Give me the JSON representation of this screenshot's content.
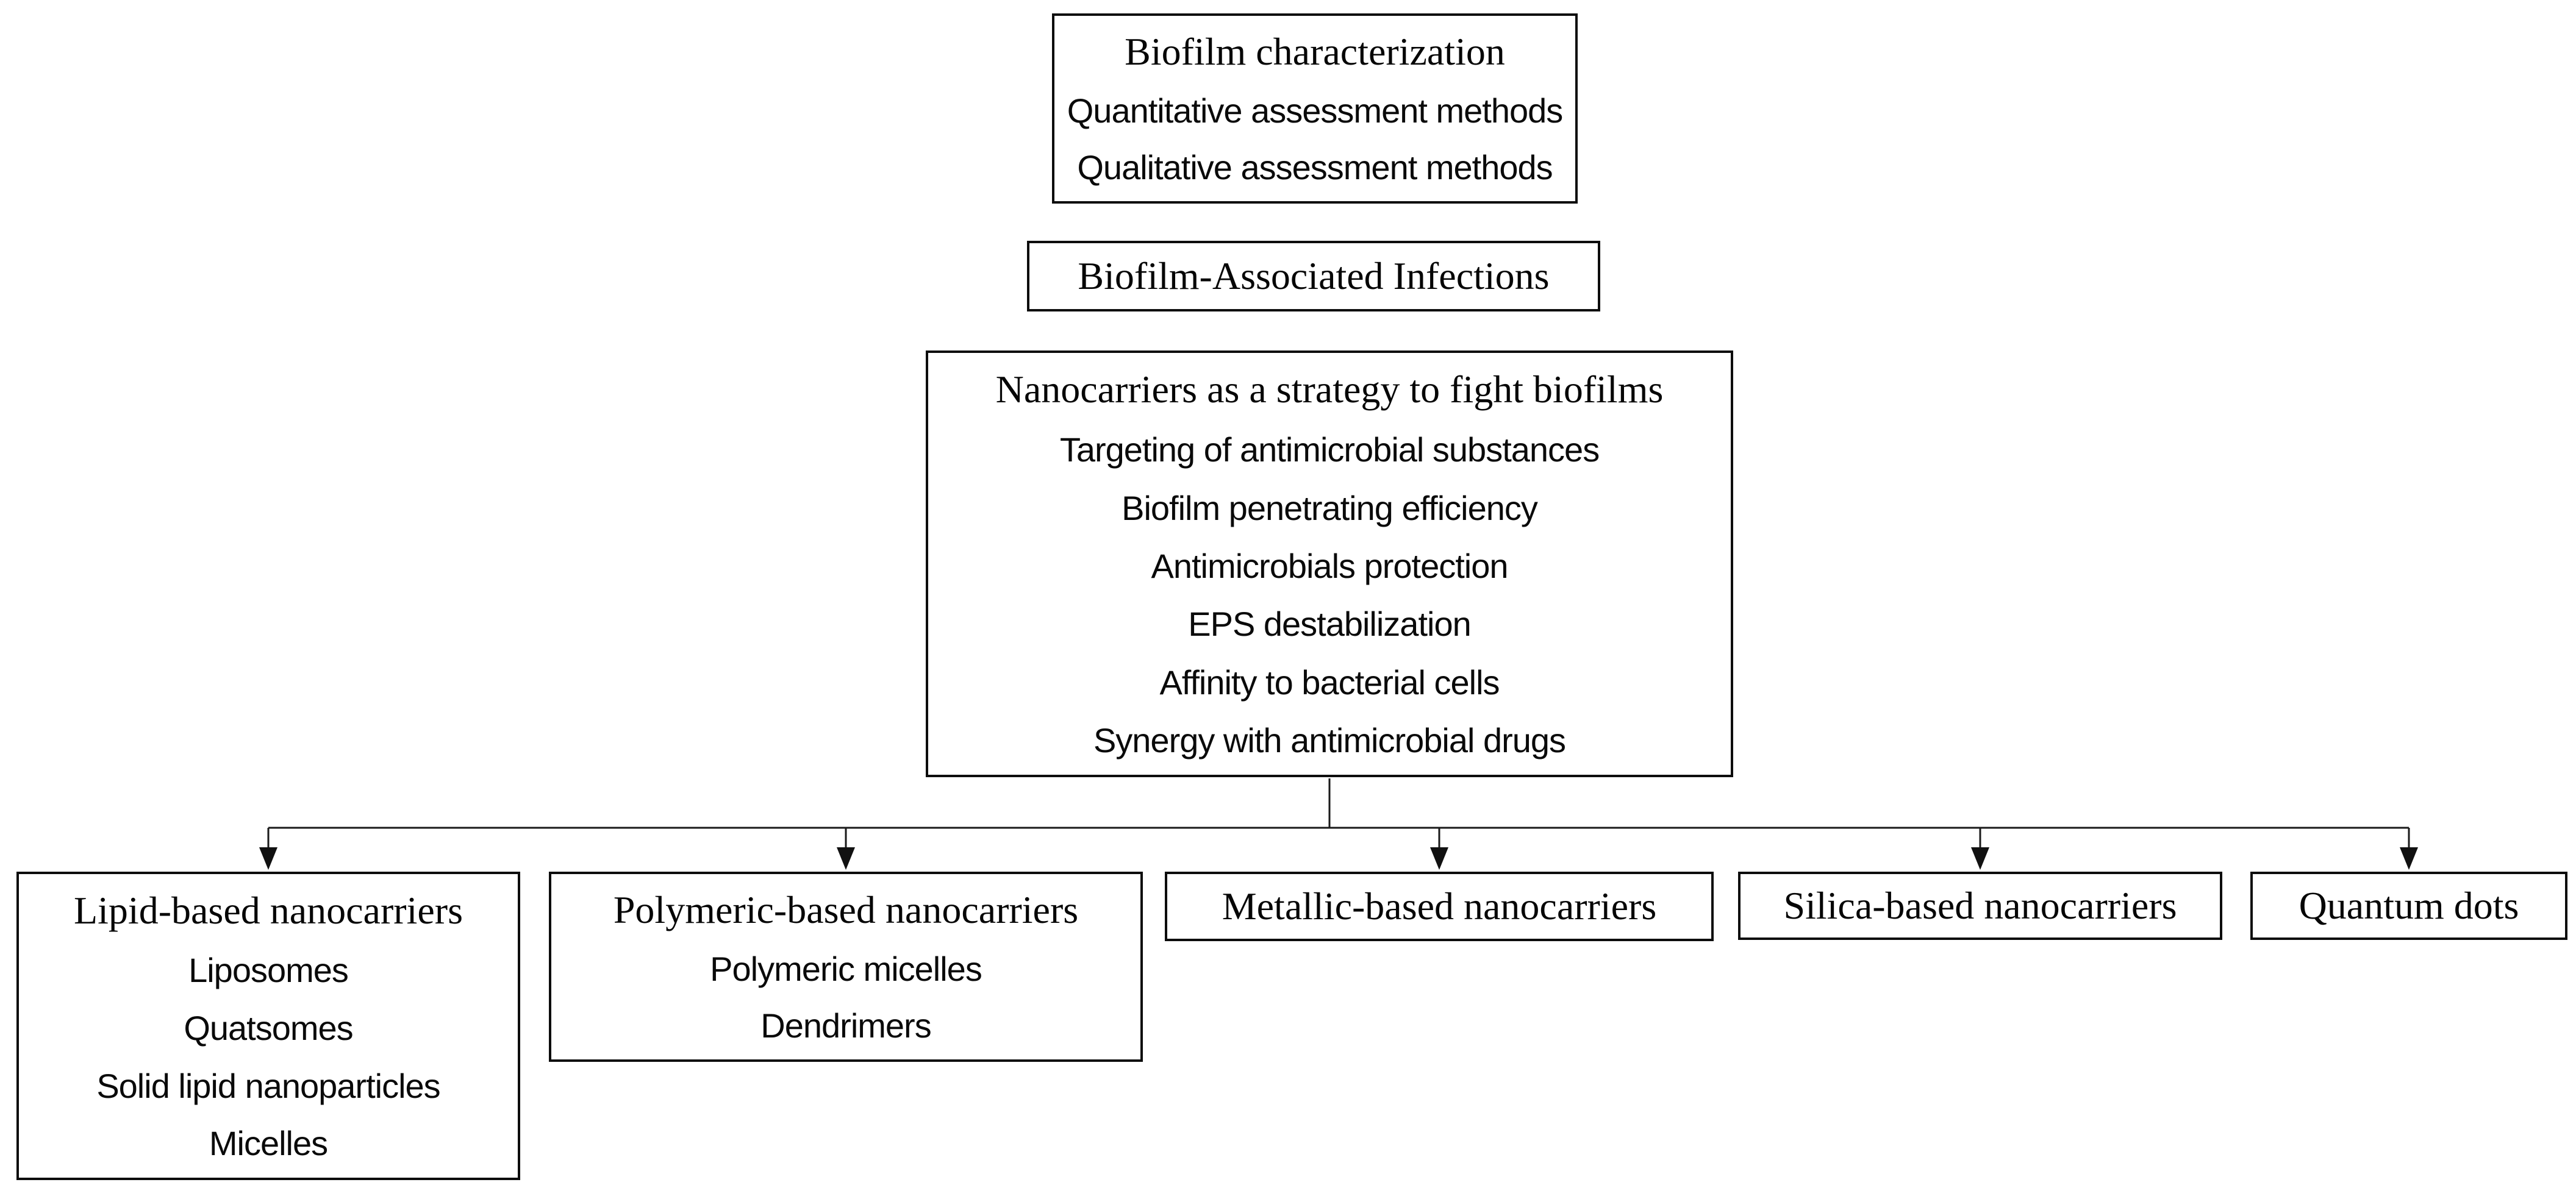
{
  "diagram": {
    "colors": {
      "background": "#ffffff",
      "border": "#0d0d0d",
      "text": "#0a0a0a",
      "line": "#1a1a1a"
    },
    "boxes": {
      "characterization": {
        "title": "Biofilm characterization",
        "items": [
          "Quantitative assessment methods",
          "Qualitative assessment methods"
        ]
      },
      "infections": {
        "title": "Biofilm-Associated Infections",
        "items": []
      },
      "nanocarriers": {
        "title": "Nanocarriers as a strategy to fight biofilms",
        "items": [
          "Targeting of antimicrobial substances",
          "Biofilm penetrating efficiency",
          "Antimicrobials protection",
          "EPS destabilization",
          "Affinity to bacterial cells",
          "Synergy with antimicrobial drugs"
        ]
      },
      "lipid": {
        "title": "Lipid-based nanocarriers",
        "items": [
          "Liposomes",
          "Quatsomes",
          "Solid lipid nanoparticles",
          "Micelles"
        ]
      },
      "polymeric": {
        "title": "Polymeric-based nanocarriers",
        "items": [
          "Polymeric micelles",
          "Dendrimers"
        ]
      },
      "metallic": {
        "title": "Metallic-based nanocarriers",
        "items": []
      },
      "silica": {
        "title": "Silica-based nanocarriers",
        "items": []
      },
      "quantum": {
        "title": "Quantum dots",
        "items": []
      }
    }
  }
}
